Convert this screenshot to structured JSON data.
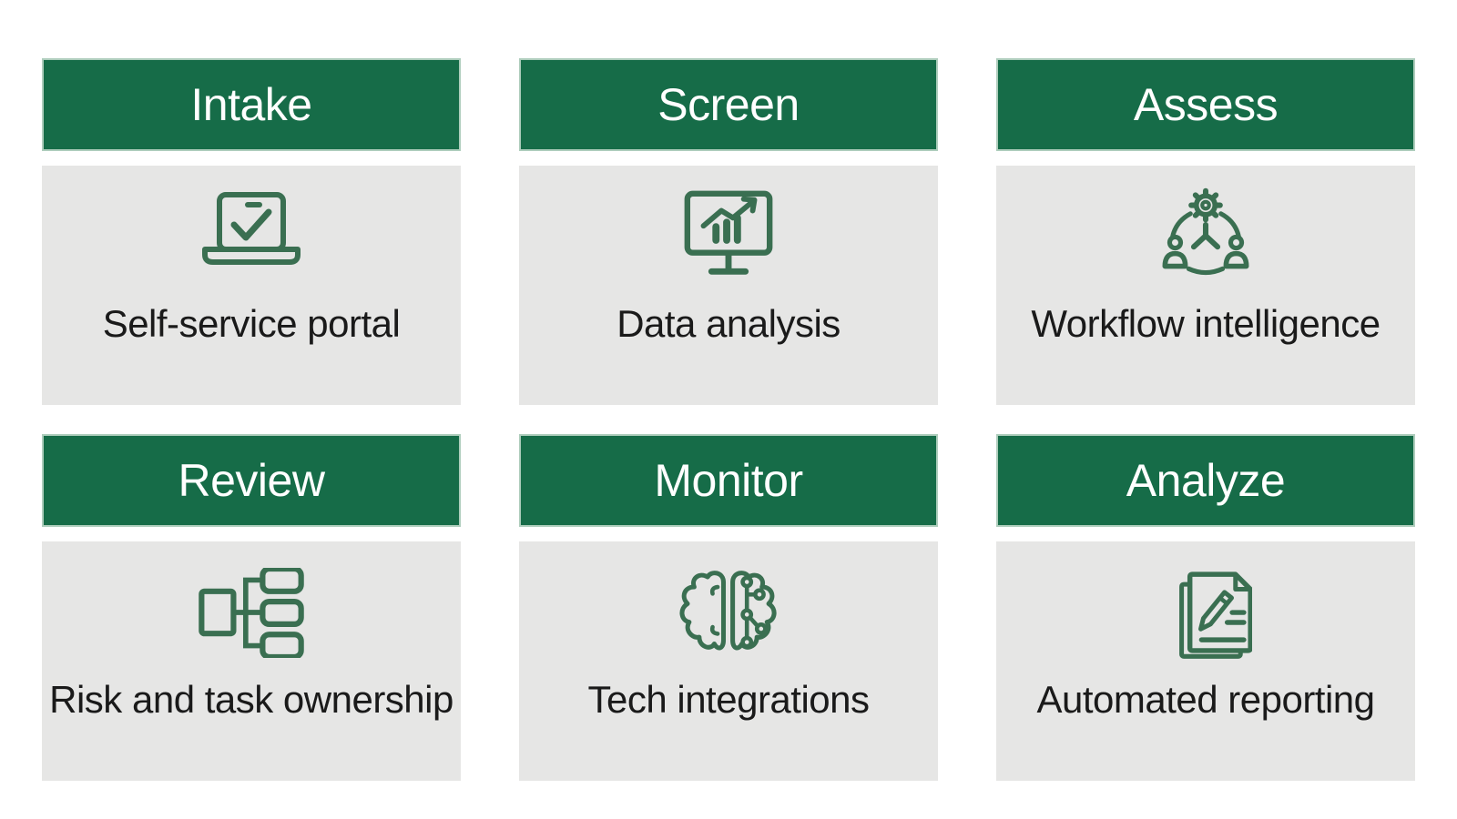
{
  "colors": {
    "header_green": "#166C48",
    "header_border": "#AECDBC",
    "header_text": "#FFFFFF",
    "body_gray": "#E6E6E5",
    "icon_green": "#3A6F51",
    "label_text": "#1A1A1A",
    "background": "#FFFFFF"
  },
  "cards": [
    {
      "title": "Intake",
      "label": "Self-service portal",
      "icon": "laptop-check-icon"
    },
    {
      "title": "Screen",
      "label": "Data analysis",
      "icon": "monitor-chart-icon"
    },
    {
      "title": "Assess",
      "label": "Workflow intelligence",
      "icon": "workflow-gear-people-icon"
    },
    {
      "title": "Review",
      "label": "Risk and task ownership",
      "icon": "hierarchy-icon"
    },
    {
      "title": "Monitor",
      "label": "Tech integrations",
      "icon": "ai-brain-icon"
    },
    {
      "title": "Analyze",
      "label": "Automated reporting",
      "icon": "documents-pencil-icon"
    }
  ]
}
